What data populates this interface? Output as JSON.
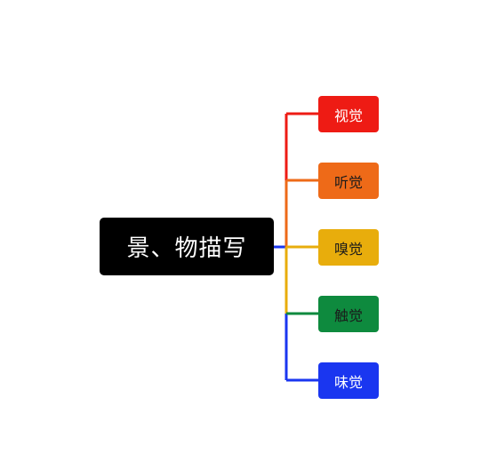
{
  "root": {
    "label": "景、物描写",
    "color": "#000000",
    "text_color": "#ffffff"
  },
  "children": [
    {
      "label": "视觉",
      "color": "#ee1b14",
      "text_color": "#ffffff"
    },
    {
      "label": "听觉",
      "color": "#ee6a18",
      "text_color": "#1a1a1a"
    },
    {
      "label": "嗅觉",
      "color": "#e8ad0c",
      "text_color": "#1a1a1a"
    },
    {
      "label": "触觉",
      "color": "#0e8a3e",
      "text_color": "#1a1a1a"
    },
    {
      "label": "味觉",
      "color": "#1a36f0",
      "text_color": "#ffffff"
    }
  ],
  "colors": {
    "background": "#ffffff"
  }
}
